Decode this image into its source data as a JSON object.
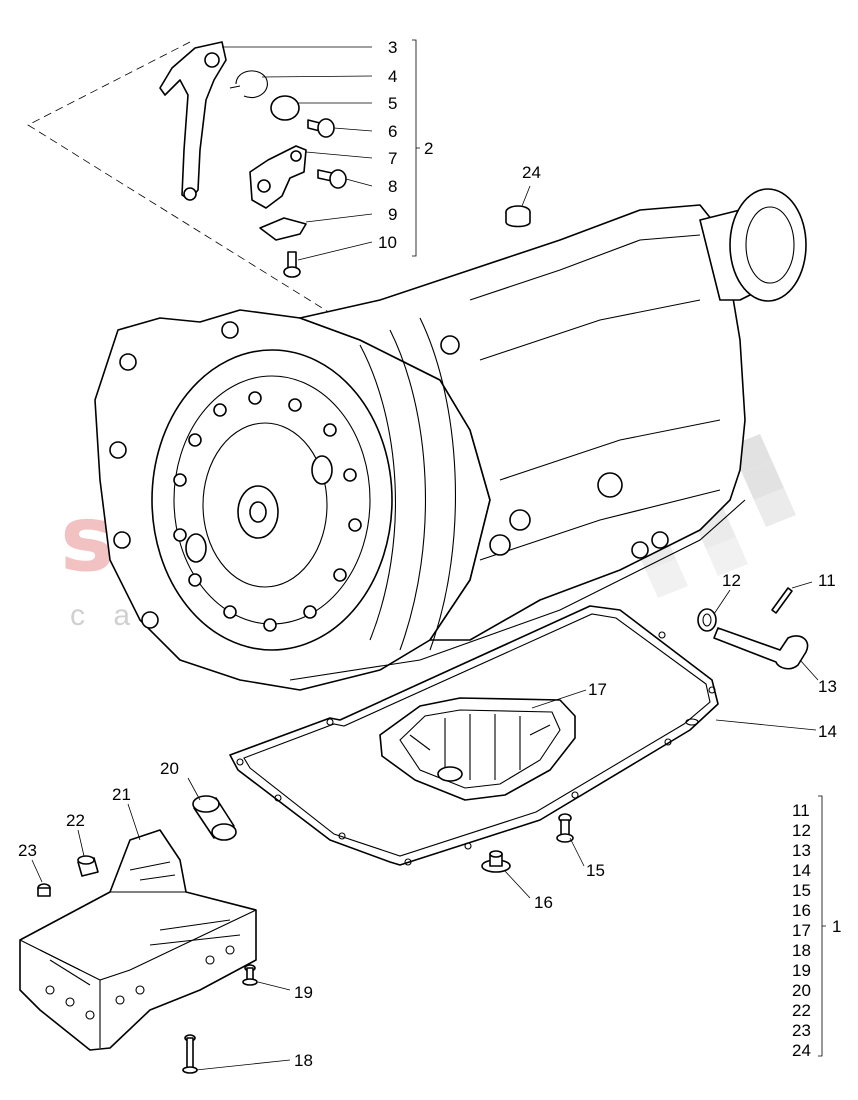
{
  "watermark": {
    "brand": "scuderia",
    "sub": "c a r   p a r t s",
    "brand_color": "#f2c2c2",
    "flag_color": "#d8d8d8"
  },
  "callouts": {
    "p3": "3",
    "p4": "4",
    "p5": "5",
    "p6": "6",
    "p7": "7",
    "p8": "8",
    "p9": "9",
    "p10": "10",
    "p2": "2",
    "p24": "24",
    "p11": "11",
    "p12": "12",
    "p13": "13",
    "p14": "14",
    "p17": "17",
    "p20": "20",
    "p21": "21",
    "p22": "22",
    "p23": "23",
    "p15": "15",
    "p16": "16",
    "p19": "19",
    "p18": "18",
    "p1": "1"
  },
  "kit_list": [
    "11",
    "12",
    "13",
    "14",
    "15",
    "16",
    "17",
    "18",
    "19",
    "20",
    "22",
    "23",
    "24"
  ],
  "colors": {
    "line": "#000000",
    "background": "#ffffff"
  }
}
